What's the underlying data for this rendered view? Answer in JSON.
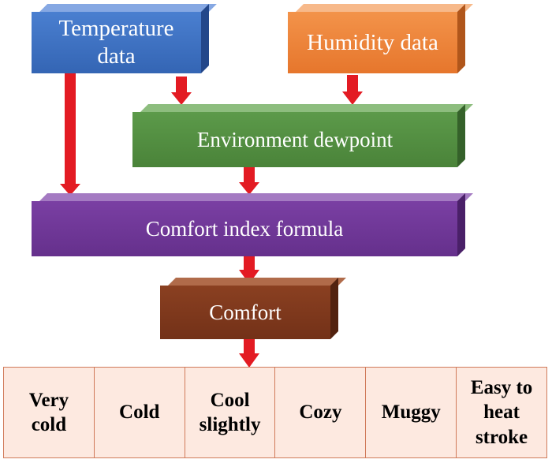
{
  "boxes": {
    "temperature": "Temperature\ndata",
    "humidity": "Humidity data",
    "dewpoint": "Environment dewpoint",
    "formula": "Comfort index formula",
    "comfort": "Comfort"
  },
  "categories": [
    "Very\ncold",
    "Cold",
    "Cool\nslightly",
    "Cozy",
    "Muggy",
    "Easy to\nheat\nstroke"
  ],
  "colors": {
    "arrow": "#e31b23",
    "temperature": "#3d6fc2",
    "humidity": "#ed8137",
    "dewpoint": "#528e41",
    "formula": "#6f3697",
    "comfort": "#7d381c",
    "category_fill": "#fde9e0"
  }
}
